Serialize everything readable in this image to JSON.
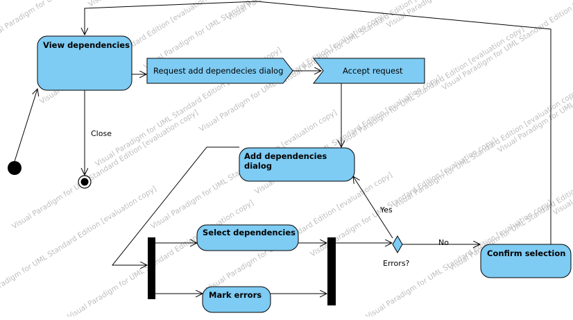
{
  "watermark": "Visual Paradigm for UML Standard Edition [evaluation copy]",
  "colors": {
    "node_fill": "#7ecbf3",
    "stroke": "#000000",
    "watermark": "#bdbdbd"
  },
  "nodes": {
    "view_dependencies": "View dependencies",
    "request_dialog": "Request add dependecies dialog",
    "accept_request": "Accept request",
    "add_dialog_line1": "Add dependencies",
    "add_dialog_line2": "dialog",
    "select_dependencies": "Select dependencies",
    "mark_errors": "Mark errors",
    "confirm_selection": "Confirm selection",
    "decision": "Errors?"
  },
  "edge_labels": {
    "close": "Close",
    "yes": "Yes",
    "no": "No"
  }
}
